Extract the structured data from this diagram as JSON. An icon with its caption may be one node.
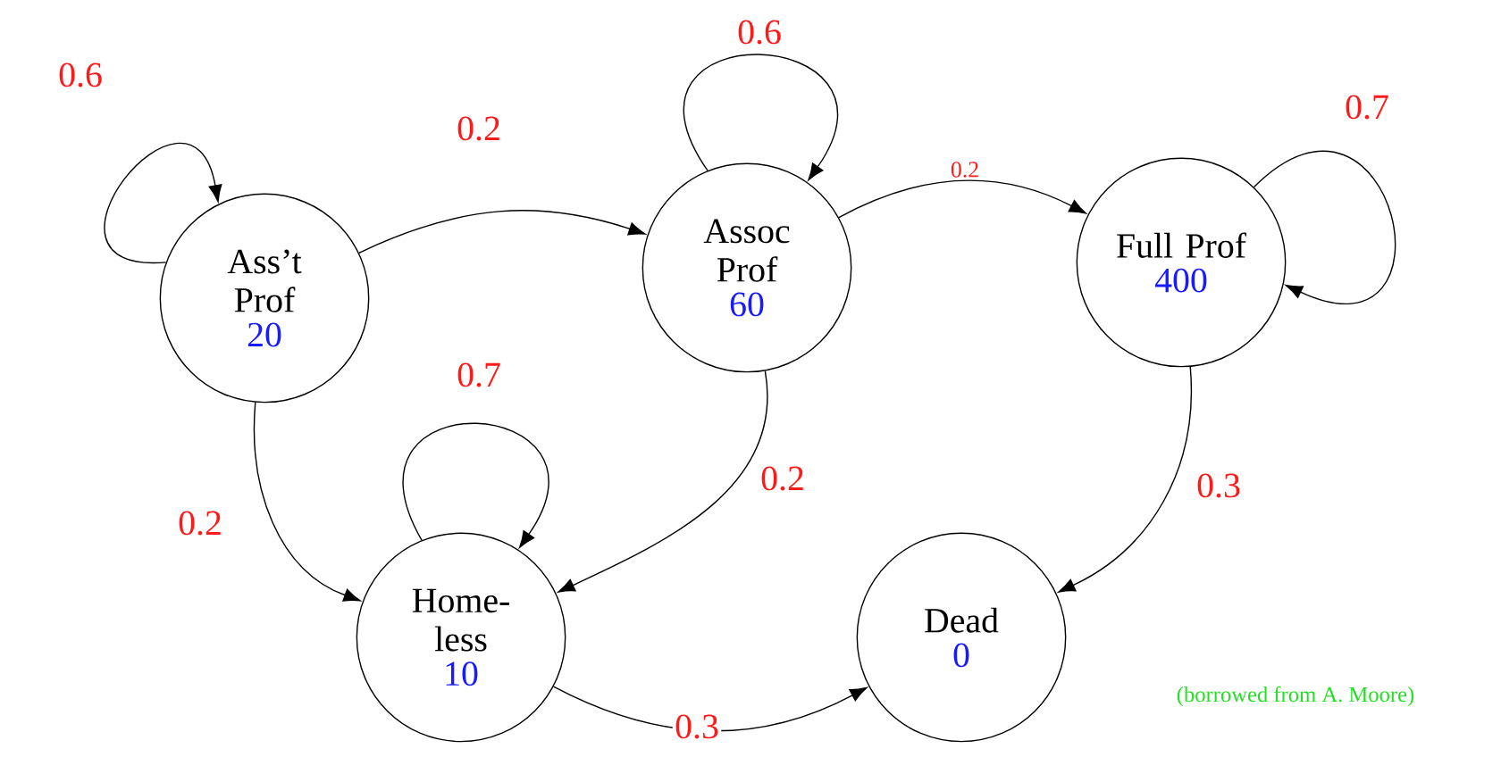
{
  "diagram": {
    "nodes": [
      {
        "text": [
          "Ass’t Prof",
          "20"
        ]
      },
      {
        "text": [
          "Assoc Prof",
          "60"
        ]
      },
      {
        "text": [
          "Full Prof",
          "400"
        ]
      },
      {
        "text": [
          "Home- less",
          "10"
        ]
      },
      {
        "text": [
          "Dead",
          "0"
        ]
      }
    ],
    "edges": [
      {
        "from": 0,
        "to": 0,
        "arrow": "to",
        "label": "0.6"
      },
      {
        "from": 0,
        "to": 1,
        "arrow": "to",
        "label": "0.2"
      },
      {
        "from": 1,
        "to": 1,
        "arrow": "to",
        "label": "0.6"
      },
      {
        "from": 1,
        "to": 2,
        "arrow": "to",
        "label": "0.2"
      },
      {
        "from": 2,
        "to": 2,
        "arrow": "to",
        "label": "0.7"
      },
      {
        "from": 0,
        "to": 3,
        "arrow": "to",
        "label": "0.2"
      },
      {
        "from": 3,
        "to": 3,
        "arrow": "to",
        "label": "0.7"
      },
      {
        "from": 1,
        "to": 3,
        "arrow": "to",
        "label": "0.2"
      },
      {
        "from": 2,
        "to": 4,
        "arrow": "to",
        "label": "0.3"
      },
      {
        "from": 3,
        "to": 4,
        "arrow": "to",
        "label": "0.3"
      }
    ],
    "labels": [
      "(borrowed from A. Moore)"
    ]
  }
}
